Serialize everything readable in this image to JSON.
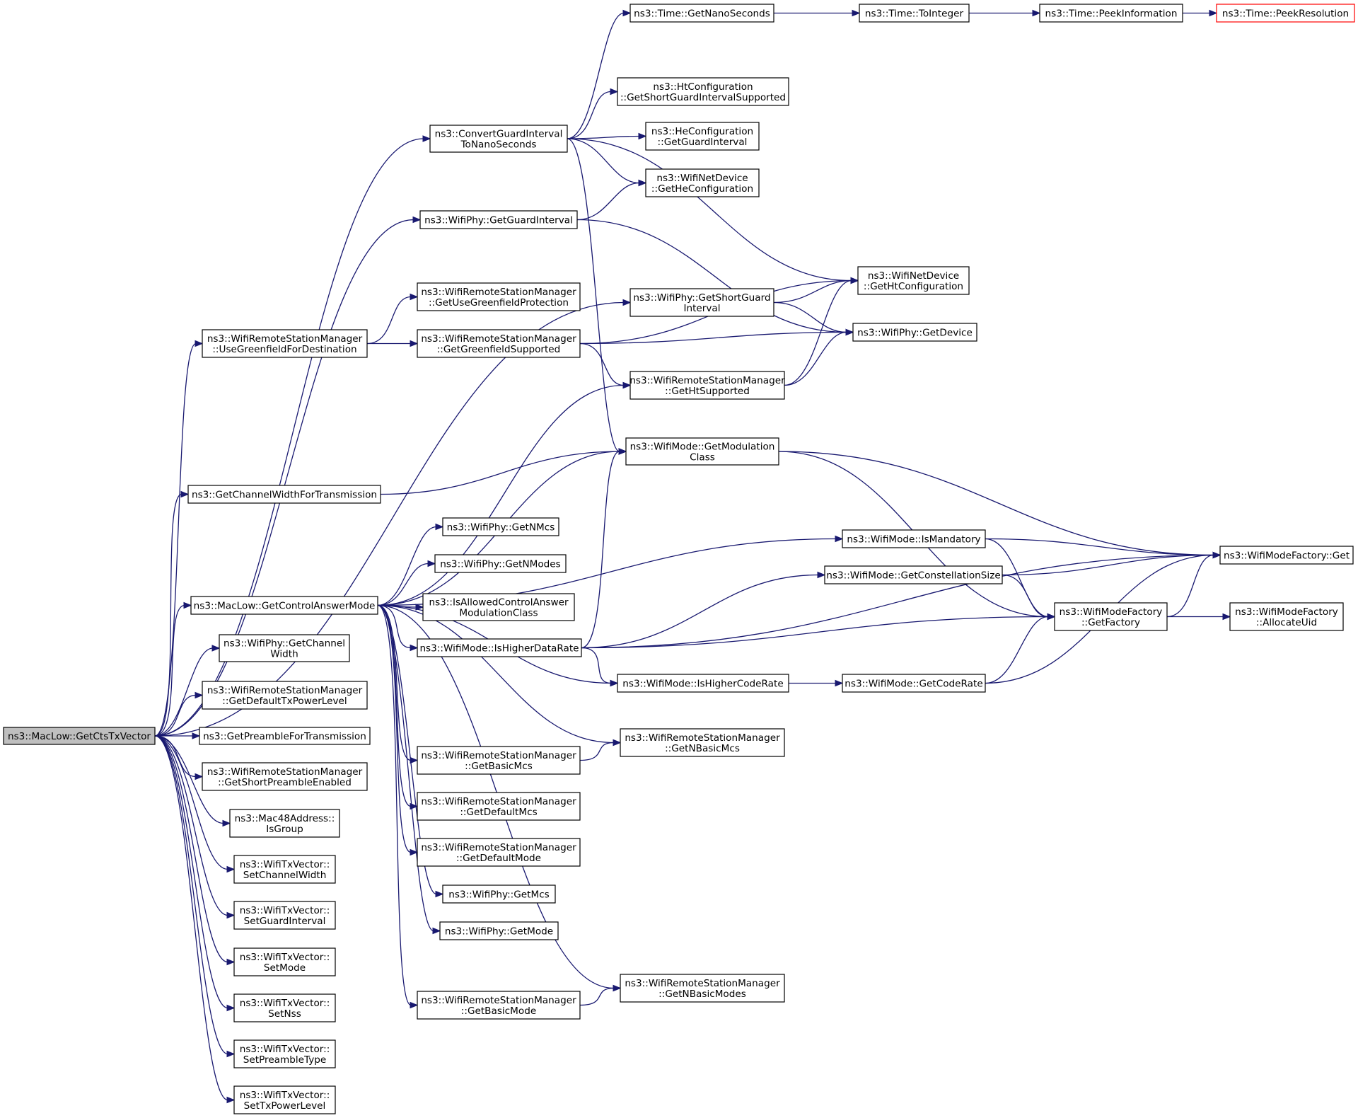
{
  "graph_type": "doxygen call graph",
  "colors": {
    "edge": "#191970",
    "root_fill": "#bfbfbf",
    "truncated_border": "#ff0000"
  },
  "nodes": [
    {
      "id": "root",
      "lines": [
        "ns3::MacLow::GetCtsTxVector"
      ],
      "root": true
    },
    {
      "id": "cgi",
      "lines": [
        "ns3::ConvertGuardInterval",
        "ToNanoSeconds"
      ]
    },
    {
      "id": "gns",
      "lines": [
        "ns3::Time::GetNanoSeconds"
      ]
    },
    {
      "id": "toint",
      "lines": [
        "ns3::Time::ToInteger"
      ]
    },
    {
      "id": "peekinfo",
      "lines": [
        "ns3::Time::PeekInformation"
      ]
    },
    {
      "id": "peekres",
      "lines": [
        "ns3::Time::PeekResolution"
      ],
      "truncated": true
    },
    {
      "id": "htcsgi",
      "lines": [
        "ns3::HtConfiguration",
        "::GetShortGuardIntervalSupported"
      ]
    },
    {
      "id": "hecgi",
      "lines": [
        "ns3::HeConfiguration",
        "::GetGuardInterval"
      ]
    },
    {
      "id": "nd_he",
      "lines": [
        "ns3::WifiNetDevice",
        "::GetHeConfiguration"
      ]
    },
    {
      "id": "phy_gi",
      "lines": [
        "ns3::WifiPhy::GetGuardInterval"
      ]
    },
    {
      "id": "nd_ht",
      "lines": [
        "ns3::WifiNetDevice",
        "::GetHtConfiguration"
      ]
    },
    {
      "id": "phy_sgi",
      "lines": [
        "ns3::WifiPhy::GetShortGuard",
        "Interval"
      ]
    },
    {
      "id": "ugp",
      "lines": [
        "ns3::WifiRemoteStationManager",
        "::GetUseGreenfieldProtection"
      ]
    },
    {
      "id": "ugfd",
      "lines": [
        "ns3::WifiRemoteStationManager",
        "::UseGreenfieldForDestination"
      ]
    },
    {
      "id": "ggs",
      "lines": [
        "ns3::WifiRemoteStationManager",
        "::GetGreenfieldSupported"
      ]
    },
    {
      "id": "phy_dev",
      "lines": [
        "ns3::WifiPhy::GetDevice"
      ]
    },
    {
      "id": "ghts",
      "lines": [
        "ns3::WifiRemoteStationManager",
        "::GetHtSupported"
      ]
    },
    {
      "id": "gmc",
      "lines": [
        "ns3::WifiMode::GetModulation",
        "Class"
      ]
    },
    {
      "id": "gcwt",
      "lines": [
        "ns3::GetChannelWidthForTransmission"
      ]
    },
    {
      "id": "mfget",
      "lines": [
        "ns3::WifiModeFactory::Get"
      ]
    },
    {
      "id": "gnmcs",
      "lines": [
        "ns3::WifiPhy::GetNMcs"
      ]
    },
    {
      "id": "ismand",
      "lines": [
        "ns3::WifiMode::IsMandatory"
      ]
    },
    {
      "id": "gnmodes",
      "lines": [
        "ns3::WifiPhy::GetNModes"
      ]
    },
    {
      "id": "gcs",
      "lines": [
        "ns3::WifiMode::GetConstellationSize"
      ]
    },
    {
      "id": "gcam",
      "lines": [
        "ns3::MacLow::GetControlAnswerMode"
      ]
    },
    {
      "id": "iacamc",
      "lines": [
        "ns3::IsAllowedControlAnswer",
        "ModulationClass"
      ]
    },
    {
      "id": "gfact",
      "lines": [
        "ns3::WifiModeFactory",
        "::GetFactory"
      ]
    },
    {
      "id": "auid",
      "lines": [
        "ns3::WifiModeFactory",
        "::AllocateUid"
      ]
    },
    {
      "id": "ihdr",
      "lines": [
        "ns3::WifiMode::IsHigherDataRate"
      ]
    },
    {
      "id": "phy_gcw",
      "lines": [
        "ns3::WifiPhy::GetChannel",
        "Width"
      ]
    },
    {
      "id": "ihcr",
      "lines": [
        "ns3::WifiMode::IsHigherCodeRate"
      ]
    },
    {
      "id": "gcr",
      "lines": [
        "ns3::WifiMode::GetCodeRate"
      ]
    },
    {
      "id": "gdtpl",
      "lines": [
        "ns3::WifiRemoteStationManager",
        "::GetDefaultTxPowerLevel"
      ]
    },
    {
      "id": "gpft",
      "lines": [
        "ns3::GetPreambleForTransmission"
      ]
    },
    {
      "id": "gnbmcs",
      "lines": [
        "ns3::WifiRemoteStationManager",
        "::GetNBasicMcs"
      ]
    },
    {
      "id": "gspe",
      "lines": [
        "ns3::WifiRemoteStationManager",
        "::GetShortPreambleEnabled"
      ]
    },
    {
      "id": "gbmcs",
      "lines": [
        "ns3::WifiRemoteStationManager",
        "::GetBasicMcs"
      ]
    },
    {
      "id": "isgroup",
      "lines": [
        "ns3::Mac48Address::",
        "IsGroup"
      ]
    },
    {
      "id": "gdmcs",
      "lines": [
        "ns3::WifiRemoteStationManager",
        "::GetDefaultMcs"
      ]
    },
    {
      "id": "scw",
      "lines": [
        "ns3::WifiTxVector::",
        "SetChannelWidth"
      ]
    },
    {
      "id": "gdmode",
      "lines": [
        "ns3::WifiRemoteStationManager",
        "::GetDefaultMode"
      ]
    },
    {
      "id": "phy_gmcs",
      "lines": [
        "ns3::WifiPhy::GetMcs"
      ]
    },
    {
      "id": "sgi",
      "lines": [
        "ns3::WifiTxVector::",
        "SetGuardInterval"
      ]
    },
    {
      "id": "phy_gmode",
      "lines": [
        "ns3::WifiPhy::GetMode"
      ]
    },
    {
      "id": "smode",
      "lines": [
        "ns3::WifiTxVector::",
        "SetMode"
      ]
    },
    {
      "id": "gnbmodes",
      "lines": [
        "ns3::WifiRemoteStationManager",
        "::GetNBasicModes"
      ]
    },
    {
      "id": "snss",
      "lines": [
        "ns3::WifiTxVector::",
        "SetNss"
      ]
    },
    {
      "id": "gbmode",
      "lines": [
        "ns3::WifiRemoteStationManager",
        "::GetBasicMode"
      ]
    },
    {
      "id": "spt",
      "lines": [
        "ns3::WifiTxVector::",
        "SetPreambleType"
      ]
    },
    {
      "id": "stpl",
      "lines": [
        "ns3::WifiTxVector::",
        "SetTxPowerLevel"
      ]
    }
  ],
  "edges": [
    [
      "root",
      "cgi"
    ],
    [
      "root",
      "phy_gi"
    ],
    [
      "root",
      "phy_sgi"
    ],
    [
      "root",
      "ugfd"
    ],
    [
      "root",
      "gcwt"
    ],
    [
      "root",
      "gcam"
    ],
    [
      "root",
      "phy_gcw"
    ],
    [
      "root",
      "gdtpl"
    ],
    [
      "root",
      "gpft"
    ],
    [
      "root",
      "gspe"
    ],
    [
      "root",
      "isgroup"
    ],
    [
      "root",
      "scw"
    ],
    [
      "root",
      "sgi"
    ],
    [
      "root",
      "smode"
    ],
    [
      "root",
      "snss"
    ],
    [
      "root",
      "spt"
    ],
    [
      "root",
      "stpl"
    ],
    [
      "cgi",
      "gns"
    ],
    [
      "cgi",
      "htcsgi"
    ],
    [
      "cgi",
      "hecgi"
    ],
    [
      "cgi",
      "nd_he"
    ],
    [
      "cgi",
      "nd_ht"
    ],
    [
      "cgi",
      "gmc"
    ],
    [
      "gns",
      "toint"
    ],
    [
      "toint",
      "peekinfo"
    ],
    [
      "peekinfo",
      "peekres"
    ],
    [
      "phy_gi",
      "nd_he"
    ],
    [
      "phy_gi",
      "phy_dev"
    ],
    [
      "phy_sgi",
      "nd_ht"
    ],
    [
      "phy_sgi",
      "phy_dev"
    ],
    [
      "ugfd",
      "ugp"
    ],
    [
      "ugfd",
      "ggs"
    ],
    [
      "ggs",
      "nd_ht"
    ],
    [
      "ggs",
      "phy_dev"
    ],
    [
      "ggs",
      "ghts"
    ],
    [
      "ghts",
      "nd_ht"
    ],
    [
      "ghts",
      "phy_dev"
    ],
    [
      "gcwt",
      "gmc"
    ],
    [
      "gmc",
      "mfget"
    ],
    [
      "gmc",
      "gfact"
    ],
    [
      "gcam",
      "ghts"
    ],
    [
      "gcam",
      "gmc"
    ],
    [
      "gcam",
      "ismand"
    ],
    [
      "gcam",
      "gnmcs"
    ],
    [
      "gcam",
      "gnmodes"
    ],
    [
      "gcam",
      "iacamc"
    ],
    [
      "gcam",
      "ihdr"
    ],
    [
      "gcam",
      "ihcr"
    ],
    [
      "gcam",
      "gnbmcs"
    ],
    [
      "gcam",
      "gbmcs"
    ],
    [
      "gcam",
      "gdmcs"
    ],
    [
      "gcam",
      "gdmode"
    ],
    [
      "gcam",
      "phy_gmcs"
    ],
    [
      "gcam",
      "phy_gmode"
    ],
    [
      "gcam",
      "gnbmodes"
    ],
    [
      "gcam",
      "gbmode"
    ],
    [
      "ihdr",
      "gmc"
    ],
    [
      "ihdr",
      "mfget"
    ],
    [
      "ihdr",
      "gcs"
    ],
    [
      "ihdr",
      "gfact"
    ],
    [
      "ihdr",
      "ihcr"
    ],
    [
      "ismand",
      "mfget"
    ],
    [
      "ismand",
      "gfact"
    ],
    [
      "gcs",
      "mfget"
    ],
    [
      "gcs",
      "gfact"
    ],
    [
      "gfact",
      "mfget"
    ],
    [
      "gfact",
      "auid"
    ],
    [
      "ihcr",
      "gcr"
    ],
    [
      "gcr",
      "gfact"
    ],
    [
      "gcr",
      "mfget"
    ],
    [
      "gbmcs",
      "gnbmcs"
    ],
    [
      "gbmode",
      "gnbmodes"
    ]
  ]
}
